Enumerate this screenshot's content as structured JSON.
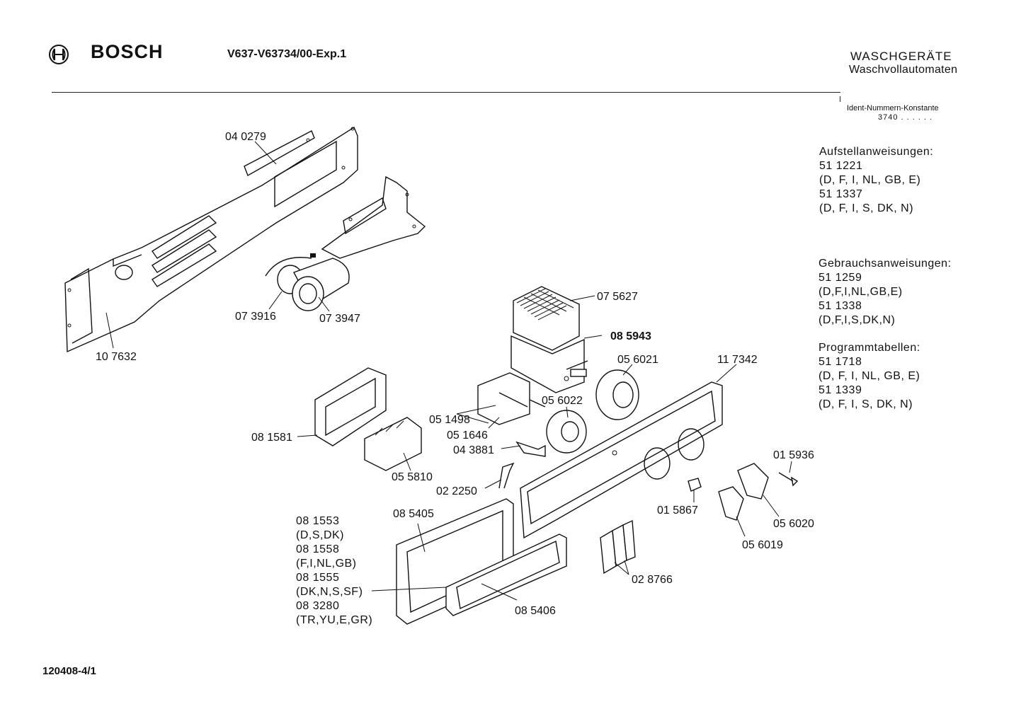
{
  "header": {
    "brand": "BOSCH",
    "model": "V637-V63734/00-Exp.1",
    "category": "WASCHGERÄTE",
    "subcategory": "Waschvollautomaten",
    "ident_title": "Ident-Nummern-Konstante",
    "ident_value": "3740  . .  . . . ."
  },
  "documents": {
    "aufstellanweisungen": {
      "title": "Aufstellanweisungen:",
      "lines": [
        "51 1221",
        "(D, F, I, NL, GB, E)",
        "51 1337",
        "(D, F, I, S, DK, N)"
      ]
    },
    "gebrauchsanweisungen": {
      "title": "Gebrauchsanweisungen:",
      "lines": [
        "51 1259",
        "(D,F,I,NL,GB,E)",
        "51 1338",
        "(D,F,I,S,DK,N)"
      ]
    },
    "programmtabellen": {
      "title": "Programmtabellen:",
      "lines": [
        "51 1718",
        "(D, F, I, NL, GB, E)",
        "51 1339",
        "(D, F, I, S, DK, N)"
      ]
    }
  },
  "parts": {
    "p040279": "04 0279",
    "p107632": "10 7632",
    "p073916": "07 3916",
    "p073947": "07 3947",
    "p075627": "07 5627",
    "p085943": "08 5943",
    "p056021": "05 6021",
    "p117342": "11 7342",
    "p081581": "08 1581",
    "p051498": "05 1498",
    "p056022": "05 6022",
    "p051646": "05 1646",
    "p043881": "04 3881",
    "p055810": "05 5810",
    "p022250": "02 2250",
    "p015936": "01 5936",
    "p015867": "01 5867",
    "p056020": "05 6020",
    "p056019": "05 6019",
    "p085405": "08 5405",
    "p085406": "08 5406",
    "p028766": "02 8766"
  },
  "variants": {
    "lines": [
      "08 1553",
      "(D,S,DK)",
      "08 1558",
      "(F,I,NL,GB)",
      "08 1555",
      "(DK,N,S,SF)",
      "08 3280",
      "(TR,YU,E,GR)"
    ]
  },
  "footer": {
    "code": "120408-4/1"
  }
}
